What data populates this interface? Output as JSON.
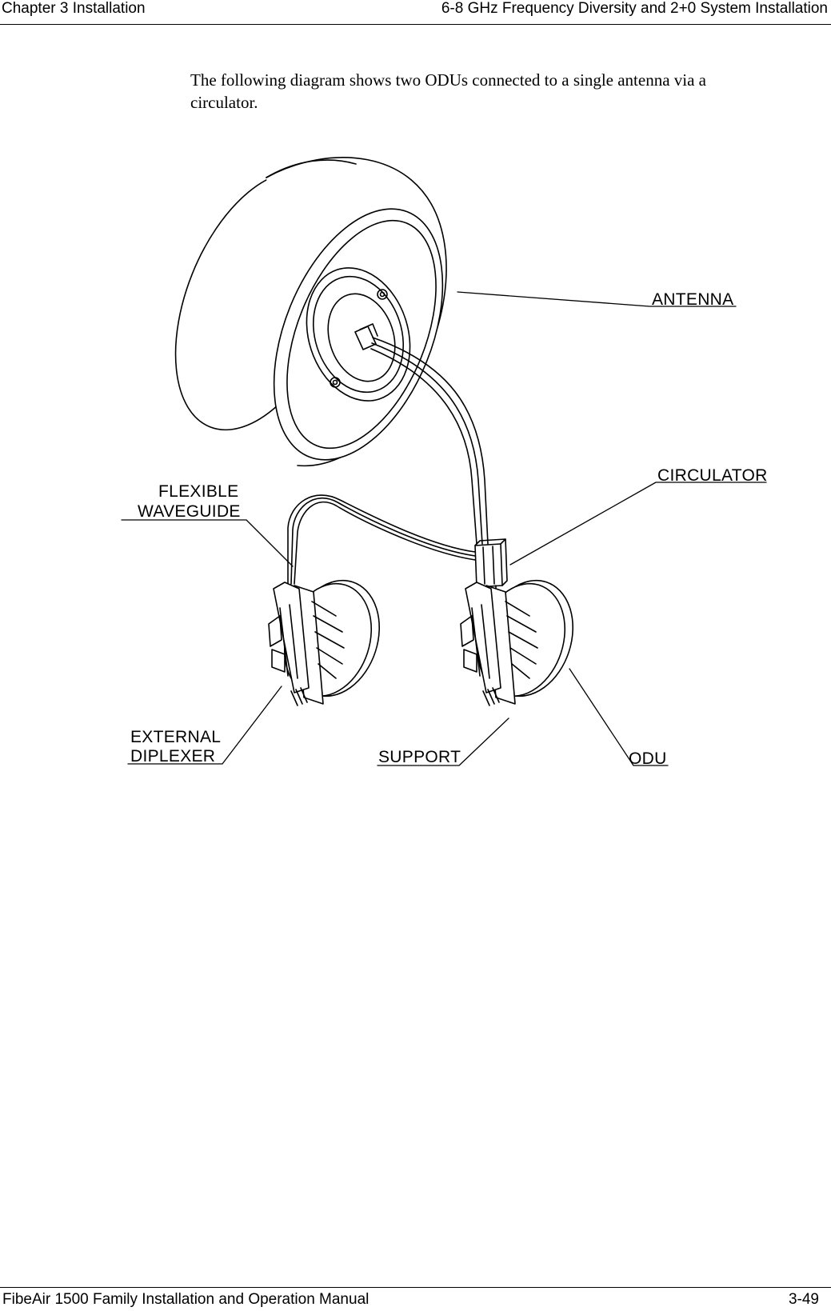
{
  "header": {
    "left": "Chapter 3  Installation",
    "right": "6-8 GHz Frequency Diversity and 2+0 System Installation"
  },
  "intro_text": "The following diagram shows two ODUs connected to a single antenna via a circulator.",
  "diagram": {
    "labels": {
      "antenna": "ANTENNA",
      "circulator": "CIRCULATOR",
      "flexible_line1": "FLEXIBLE",
      "flexible_line2": "WAVEGUIDE",
      "external_line1": "EXTERNAL",
      "external_line2": "DIPLEXER",
      "support": "SUPPORT",
      "odu": "ODU"
    }
  },
  "footer": {
    "left": "FibeAir 1500 Family Installation and Operation Manual",
    "right": "3-49"
  }
}
